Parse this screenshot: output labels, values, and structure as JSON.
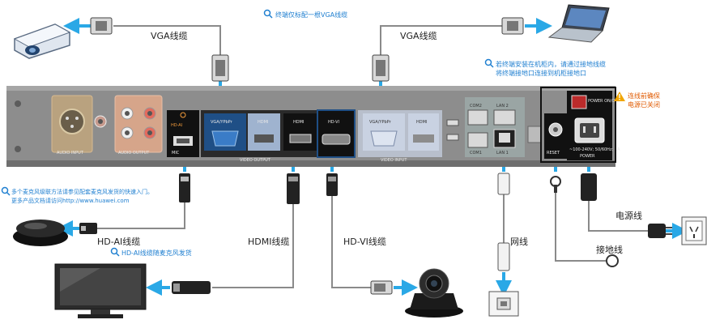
{
  "cables": {
    "vga_left": "VGA线缆",
    "vga_right": "VGA线缆",
    "hdai": "HD-AI线缆",
    "hdmi": "HDMI线缆",
    "hdvi": "HD-VI线缆",
    "network": "网线",
    "power": "电源线",
    "ground": "接地线"
  },
  "notes": {
    "vga_top": "终端仅标配一根VGA线缆",
    "cabinet_line1": "若终端安装在机柜内，请通过接地线缆",
    "cabinet_line2": "将终端接地口连接到机柜接地口",
    "power_warn_line1": "连线前确保",
    "power_warn_line2": "电源已关闭",
    "mic_line1": "多个麦克风级联方法请参见配套麦克风发货的快速入门。",
    "mic_line2": "更多产品文档请访问http://www.huawei.com",
    "hdai_ship": "HD-AI线缆随麦克风发货"
  },
  "panel": {
    "audio_input": "AUDIO INPUT",
    "audio_output": "AUDIO OUTPUT",
    "video_output": "VIDEO OUTPUT",
    "video_input": "VIDEO INPUT",
    "port_hdai": "HD-AI",
    "port_mic": "MIC",
    "port_vga_out": "VGA/YPbPr",
    "port_vga_in": "VGA/YPbPr",
    "port_hdmi_out_2": "HDMI",
    "port_hdmi_out_1": "HDMI",
    "port_hdvi": "HD-VI",
    "port_hdmi_in": "HDMI",
    "port_com2": "COM2",
    "port_com1": "COM1",
    "port_lan2": "LAN 2",
    "port_lan1": "LAN 1",
    "port_reset": "RESET",
    "port_power": "POWER",
    "power_spec": "~100-240V; 50/60Hz; 1A",
    "power_switch": "POWER ON/OFF"
  }
}
